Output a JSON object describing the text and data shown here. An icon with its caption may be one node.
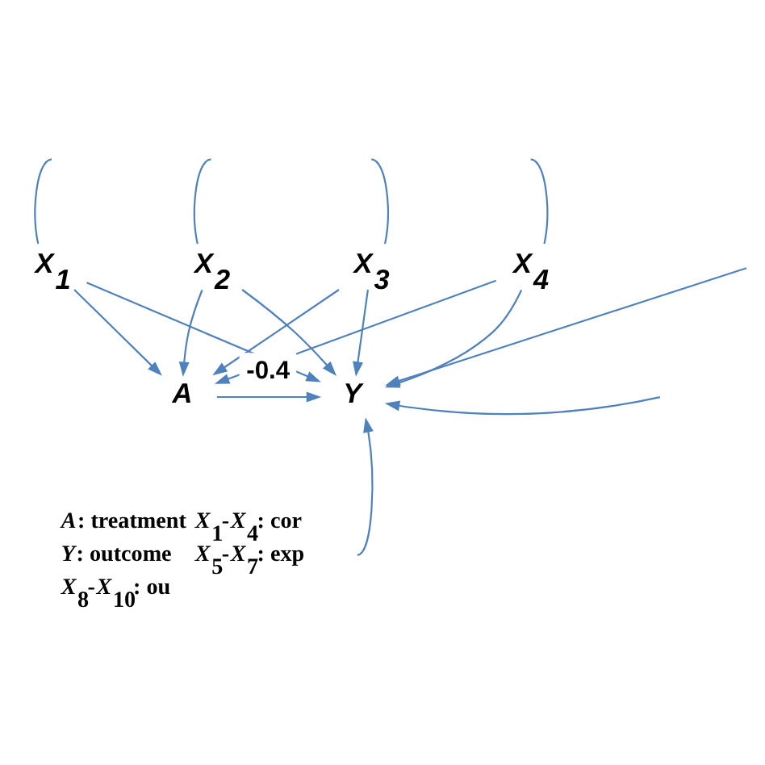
{
  "diagram": {
    "nodes": [
      {
        "text": [
          "X$_{1}$"
        ]
      },
      {
        "text": [
          "X$_{2}$"
        ]
      },
      {
        "text": [
          "X$_{3}$"
        ]
      },
      {
        "text": [
          "X$_{4}$"
        ]
      },
      {
        "text": [
          "A"
        ]
      },
      {
        "text": [
          "Y"
        ]
      }
    ],
    "edges": [
      {
        "from": 0,
        "to": 4,
        "arrow": "to"
      },
      {
        "from": 0,
        "to": 5,
        "arrow": "to"
      },
      {
        "from": 1,
        "to": 4,
        "arrow": "to"
      },
      {
        "from": 1,
        "to": 5,
        "arrow": "to"
      },
      {
        "from": 2,
        "to": 4,
        "arrow": "to"
      },
      {
        "from": 2,
        "to": 5,
        "arrow": "to"
      },
      {
        "from": 3,
        "to": 4,
        "arrow": "to"
      },
      {
        "from": 3,
        "to": 5,
        "arrow": "to"
      },
      {
        "from": 4,
        "to": 5,
        "arrow": "to",
        "label": "-0.4"
      },
      {
        "from": null,
        "to": 0,
        "arrow": "none"
      },
      {
        "from": null,
        "to": 1,
        "arrow": "none"
      },
      {
        "from": 2,
        "to": null,
        "arrow": "none"
      },
      {
        "from": 3,
        "to": null,
        "arrow": "none"
      },
      {
        "from": null,
        "to": 5,
        "arrow": "to"
      },
      {
        "from": null,
        "to": 5,
        "arrow": "to"
      },
      {
        "from": null,
        "to": 5,
        "arrow": "to"
      }
    ],
    "labels": [
      "*A*: treatment",
      "*X*$_{1}$-*X*$_{4}$: cor",
      "*Y*: outcome",
      "*X*$_{5}$-*X*$_{7}$: exp",
      "*X*$_{8}$-*X*$_{10}$: ou"
    ]
  }
}
